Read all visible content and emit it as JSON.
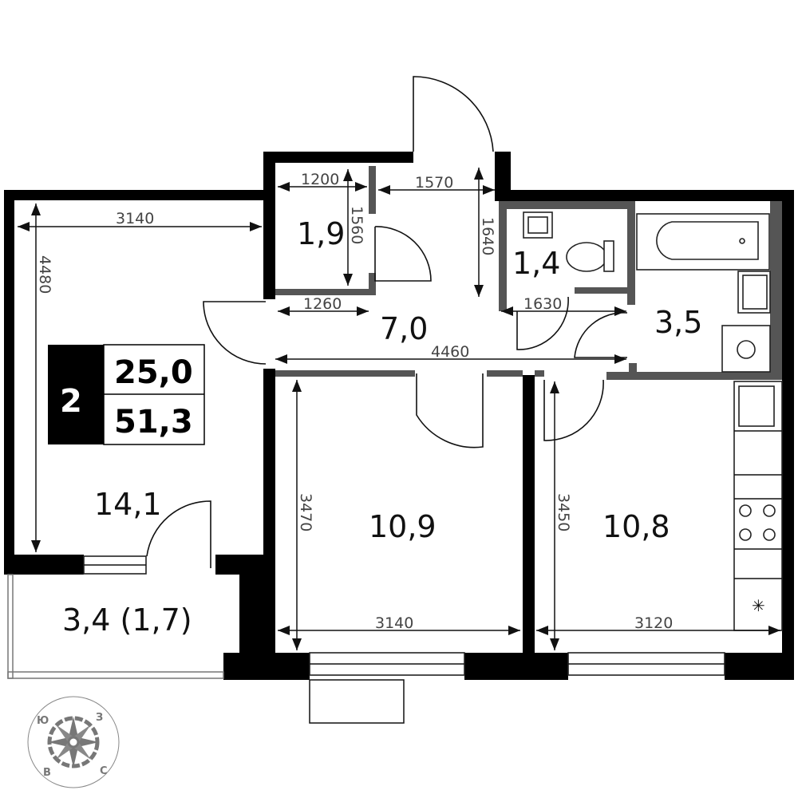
{
  "summary": {
    "rooms": "2",
    "living_area": "25,0",
    "total_area": "51,3"
  },
  "rooms": {
    "living_room": "14,1",
    "storage": "1,9",
    "hall": "7,0",
    "wc": "1,4",
    "bathroom": "3,5",
    "bedroom": "10,9",
    "kitchen": "10,8",
    "balcony": "3,4 (1,7)"
  },
  "dimensions": {
    "living_width": "3140",
    "living_length": "4480",
    "storage_width": "1200",
    "storage_length": "1560",
    "storage_bottom": "1260",
    "entry_width": "1570",
    "entry_length": "1640",
    "wc_width": "1630",
    "hall_length": "4460",
    "bedroom_length": "3470",
    "bedroom_width": "3140",
    "kitchen_length": "3450",
    "kitchen_width": "3120"
  },
  "compass": {
    "n": "С",
    "s": "Ю",
    "e": "В",
    "w": "З"
  },
  "colors": {
    "wall": "#000000",
    "inner_wall": "#555555",
    "compass": "#777777"
  }
}
